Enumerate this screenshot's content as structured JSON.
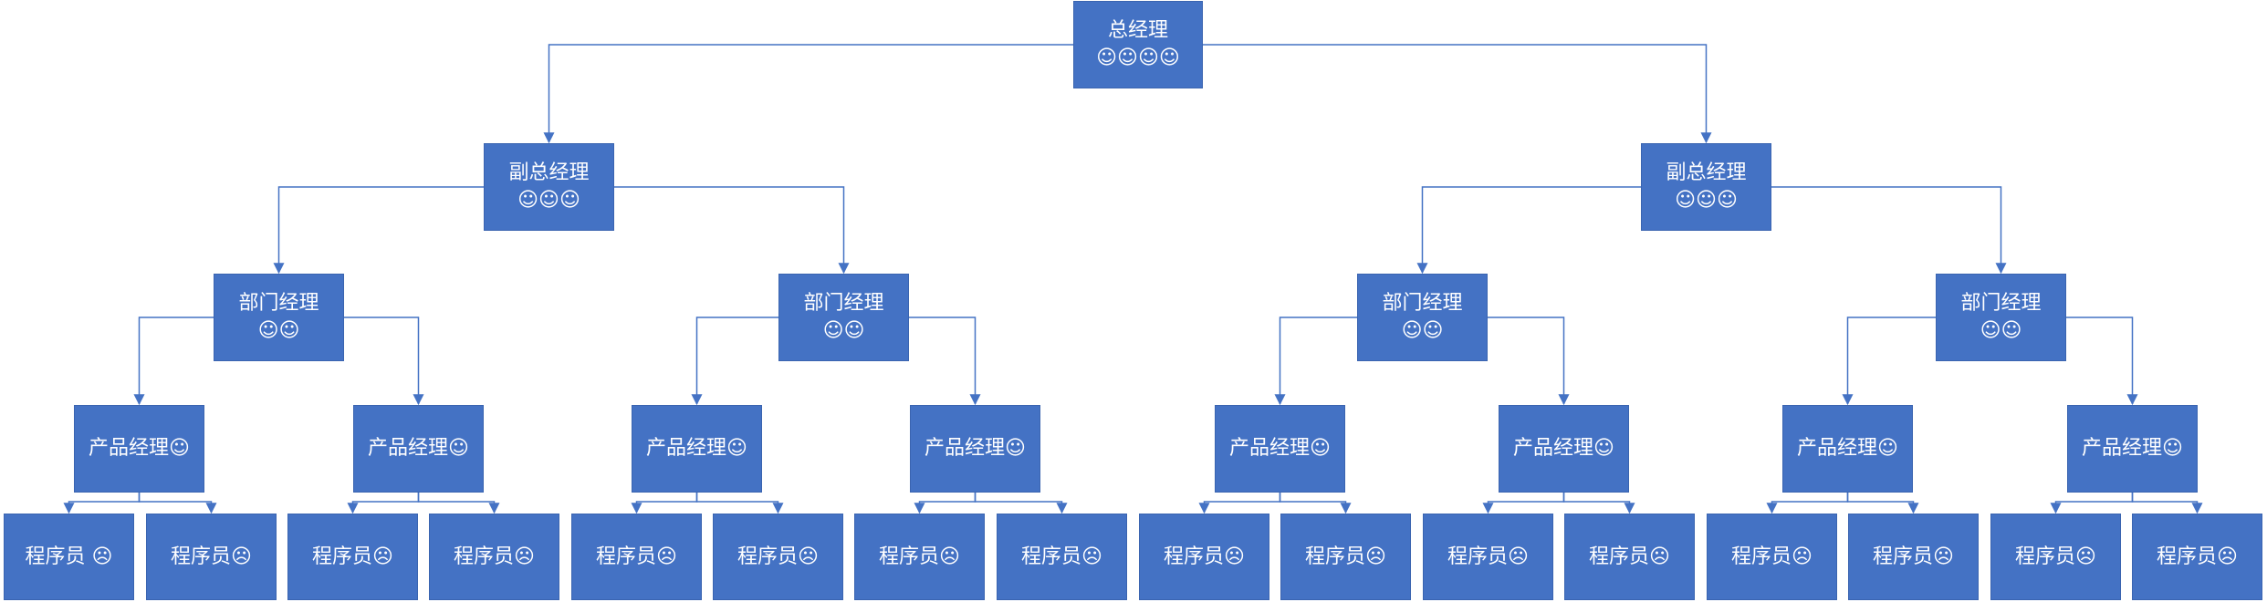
{
  "diagram": {
    "accent_color": "#4472C4",
    "line_color": "#4472C4",
    "nodes": [
      {
        "id": "ceo",
        "lines": [
          "总经理",
          "☺☺☺☺"
        ]
      },
      {
        "id": "vp1",
        "lines": [
          "副总经理",
          "☺☺☺"
        ]
      },
      {
        "id": "vp2",
        "lines": [
          "副总经理",
          "☺☺☺"
        ]
      },
      {
        "id": "dm1",
        "lines": [
          "部门经理",
          "☺☺"
        ]
      },
      {
        "id": "dm2",
        "lines": [
          "部门经理",
          "☺☺"
        ]
      },
      {
        "id": "dm3",
        "lines": [
          "部门经理",
          "☺☺"
        ]
      },
      {
        "id": "dm4",
        "lines": [
          "部门经理",
          "☺☺"
        ]
      },
      {
        "id": "pm1",
        "lines": [
          "产品经理☺"
        ]
      },
      {
        "id": "pm2",
        "lines": [
          "产品经理☺"
        ]
      },
      {
        "id": "pm3",
        "lines": [
          "产品经理☺"
        ]
      },
      {
        "id": "pm4",
        "lines": [
          "产品经理☺"
        ]
      },
      {
        "id": "pm5",
        "lines": [
          "产品经理☺"
        ]
      },
      {
        "id": "pm6",
        "lines": [
          "产品经理☺"
        ]
      },
      {
        "id": "pm7",
        "lines": [
          "产品经理☺"
        ]
      },
      {
        "id": "pm8",
        "lines": [
          "产品经理☺"
        ]
      },
      {
        "id": "p1",
        "lines": [
          "程序员 ☹"
        ]
      },
      {
        "id": "p2",
        "lines": [
          "程序员☹"
        ]
      },
      {
        "id": "p3",
        "lines": [
          "程序员☹"
        ]
      },
      {
        "id": "p4",
        "lines": [
          "程序员☹"
        ]
      },
      {
        "id": "p5",
        "lines": [
          "程序员☹"
        ]
      },
      {
        "id": "p6",
        "lines": [
          "程序员☹"
        ]
      },
      {
        "id": "p7",
        "lines": [
          "程序员☹"
        ]
      },
      {
        "id": "p8",
        "lines": [
          "程序员☹"
        ]
      },
      {
        "id": "p9",
        "lines": [
          "程序员☹"
        ]
      },
      {
        "id": "p10",
        "lines": [
          "程序员☹"
        ]
      },
      {
        "id": "p11",
        "lines": [
          "程序员☹"
        ]
      },
      {
        "id": "p12",
        "lines": [
          "程序员☹"
        ]
      },
      {
        "id": "p13",
        "lines": [
          "程序员☹"
        ]
      },
      {
        "id": "p14",
        "lines": [
          "程序员☹"
        ]
      },
      {
        "id": "p15",
        "lines": [
          "程序员☹"
        ]
      },
      {
        "id": "p16",
        "lines": [
          "程序员☹"
        ]
      }
    ],
    "edges": [
      [
        "ceo",
        "vp1"
      ],
      [
        "ceo",
        "vp2"
      ],
      [
        "vp1",
        "dm1"
      ],
      [
        "vp1",
        "dm2"
      ],
      [
        "vp2",
        "dm3"
      ],
      [
        "vp2",
        "dm4"
      ],
      [
        "dm1",
        "pm1"
      ],
      [
        "dm1",
        "pm2"
      ],
      [
        "dm2",
        "pm3"
      ],
      [
        "dm2",
        "pm4"
      ],
      [
        "dm3",
        "pm5"
      ],
      [
        "dm3",
        "pm6"
      ],
      [
        "dm4",
        "pm7"
      ],
      [
        "dm4",
        "pm8"
      ],
      [
        "pm1",
        "p1"
      ],
      [
        "pm1",
        "p2"
      ],
      [
        "pm2",
        "p3"
      ],
      [
        "pm2",
        "p4"
      ],
      [
        "pm3",
        "p5"
      ],
      [
        "pm3",
        "p6"
      ],
      [
        "pm4",
        "p7"
      ],
      [
        "pm4",
        "p8"
      ],
      [
        "pm5",
        "p9"
      ],
      [
        "pm5",
        "p10"
      ],
      [
        "pm6",
        "p11"
      ],
      [
        "pm6",
        "p12"
      ],
      [
        "pm7",
        "p13"
      ],
      [
        "pm7",
        "p14"
      ],
      [
        "pm8",
        "p15"
      ],
      [
        "pm8",
        "p16"
      ]
    ]
  }
}
